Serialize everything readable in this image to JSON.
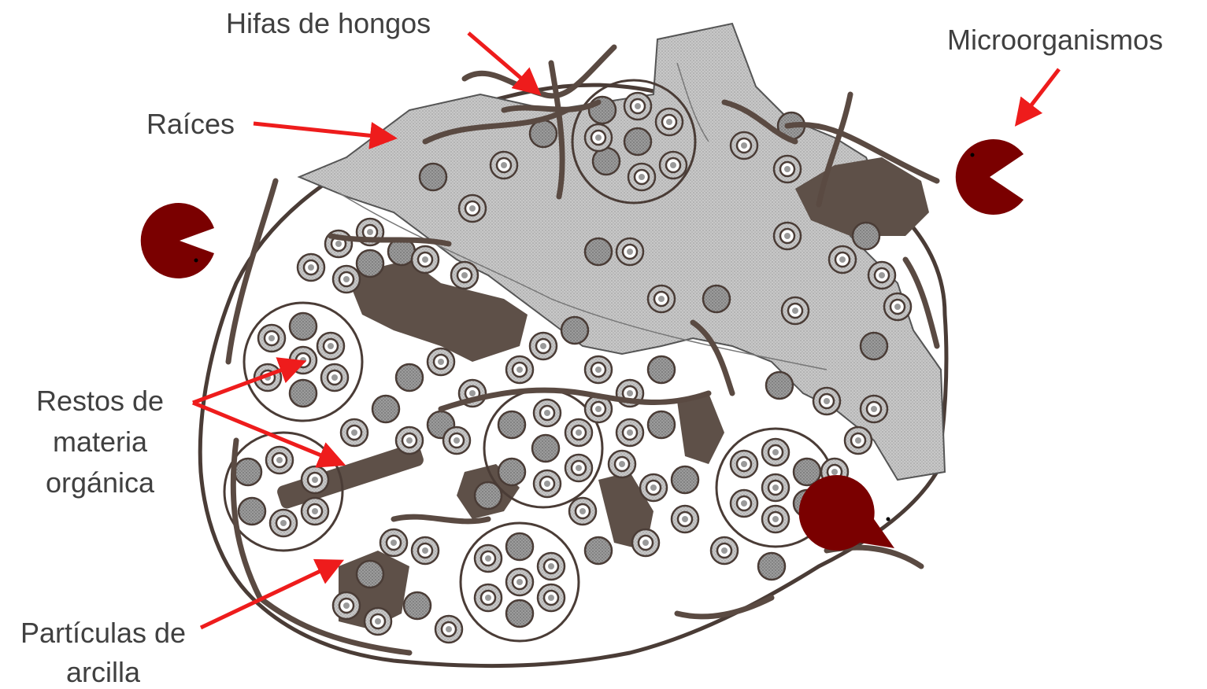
{
  "labels": {
    "hifas": "Hifas de hongos",
    "microorganismos": "Microorganismos",
    "raices": "Raíces",
    "restos": [
      "Restos de",
      "materia",
      "orgánica"
    ],
    "particulas": [
      "Partículas de",
      "arcilla"
    ]
  },
  "colors": {
    "arrow": "#ee1c1c",
    "pacman": "#7a0000",
    "root_fill": "#bdbdbd",
    "hyphae": "#5a4a42",
    "organic_matter": "#5e5048",
    "particle_fill": "#8c8c8c",
    "label_text": "#404040"
  },
  "icons": [
    "pacman-microorganism-icon"
  ]
}
